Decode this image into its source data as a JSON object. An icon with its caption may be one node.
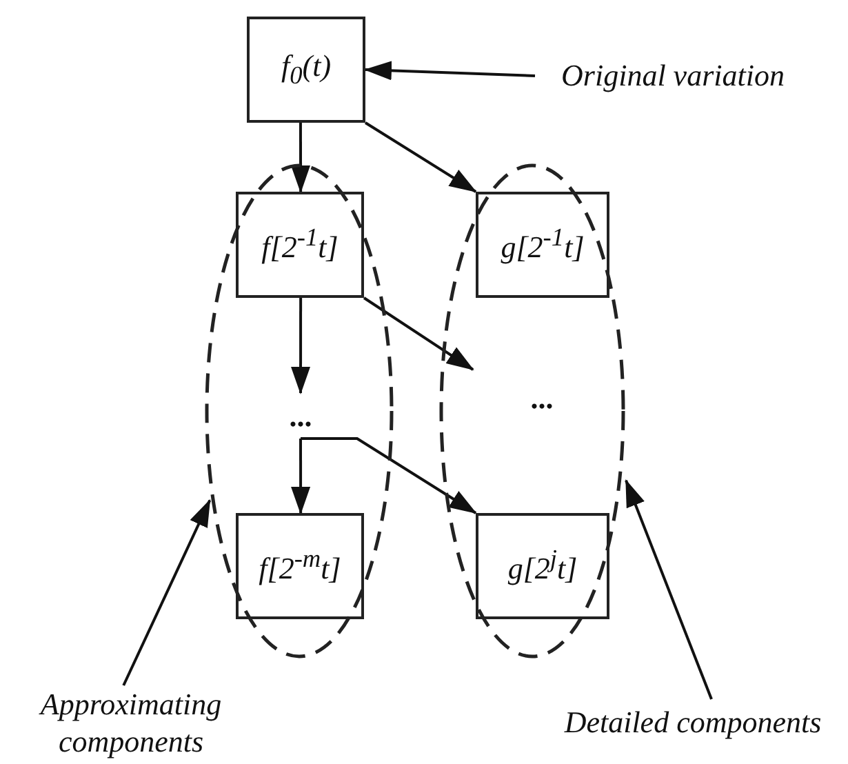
{
  "diagram": {
    "nodes": [
      {
        "text": [
          "f$_{0}$(t)"
        ]
      },
      {
        "text": [
          "Original variation"
        ]
      },
      {
        "text": [],
        "shape": "ellipse"
      },
      {
        "text": [],
        "shape": "ellipse"
      },
      {
        "text": [
          "f[2$^{-1}$t]"
        ],
        "in": 2
      },
      {
        "text": [
          "g[2$^{-1}$t]"
        ],
        "in": 3
      },
      {
        "text": [
          "..."
        ],
        "in": 2
      },
      {
        "text": [
          "..."
        ],
        "in": 3
      },
      {
        "text": [
          "f[2$^{-m}$t]"
        ],
        "in": 2
      },
      {
        "text": [
          "g[2$^{j}$t]"
        ],
        "in": 3
      },
      {
        "text": [
          "Approximating components"
        ]
      },
      {
        "text": [
          "Detailed components"
        ]
      }
    ],
    "edges": [
      {
        "from": 1,
        "to": 0,
        "arrow": "to"
      },
      {
        "from": 0,
        "to": 4,
        "arrow": "to"
      },
      {
        "from": 0,
        "to": 5,
        "arrow": "to"
      },
      {
        "from": 4,
        "to": 6,
        "arrow": "to"
      },
      {
        "from": 4,
        "to": 7,
        "arrow": "to"
      },
      {
        "from": 6,
        "to": 8,
        "arrow": "to"
      },
      {
        "from": 6,
        "to": 9,
        "arrow": "to"
      },
      {
        "from": 10,
        "to": 2,
        "arrow": "to"
      },
      {
        "from": 11,
        "to": 3,
        "arrow": "to"
      }
    ]
  }
}
